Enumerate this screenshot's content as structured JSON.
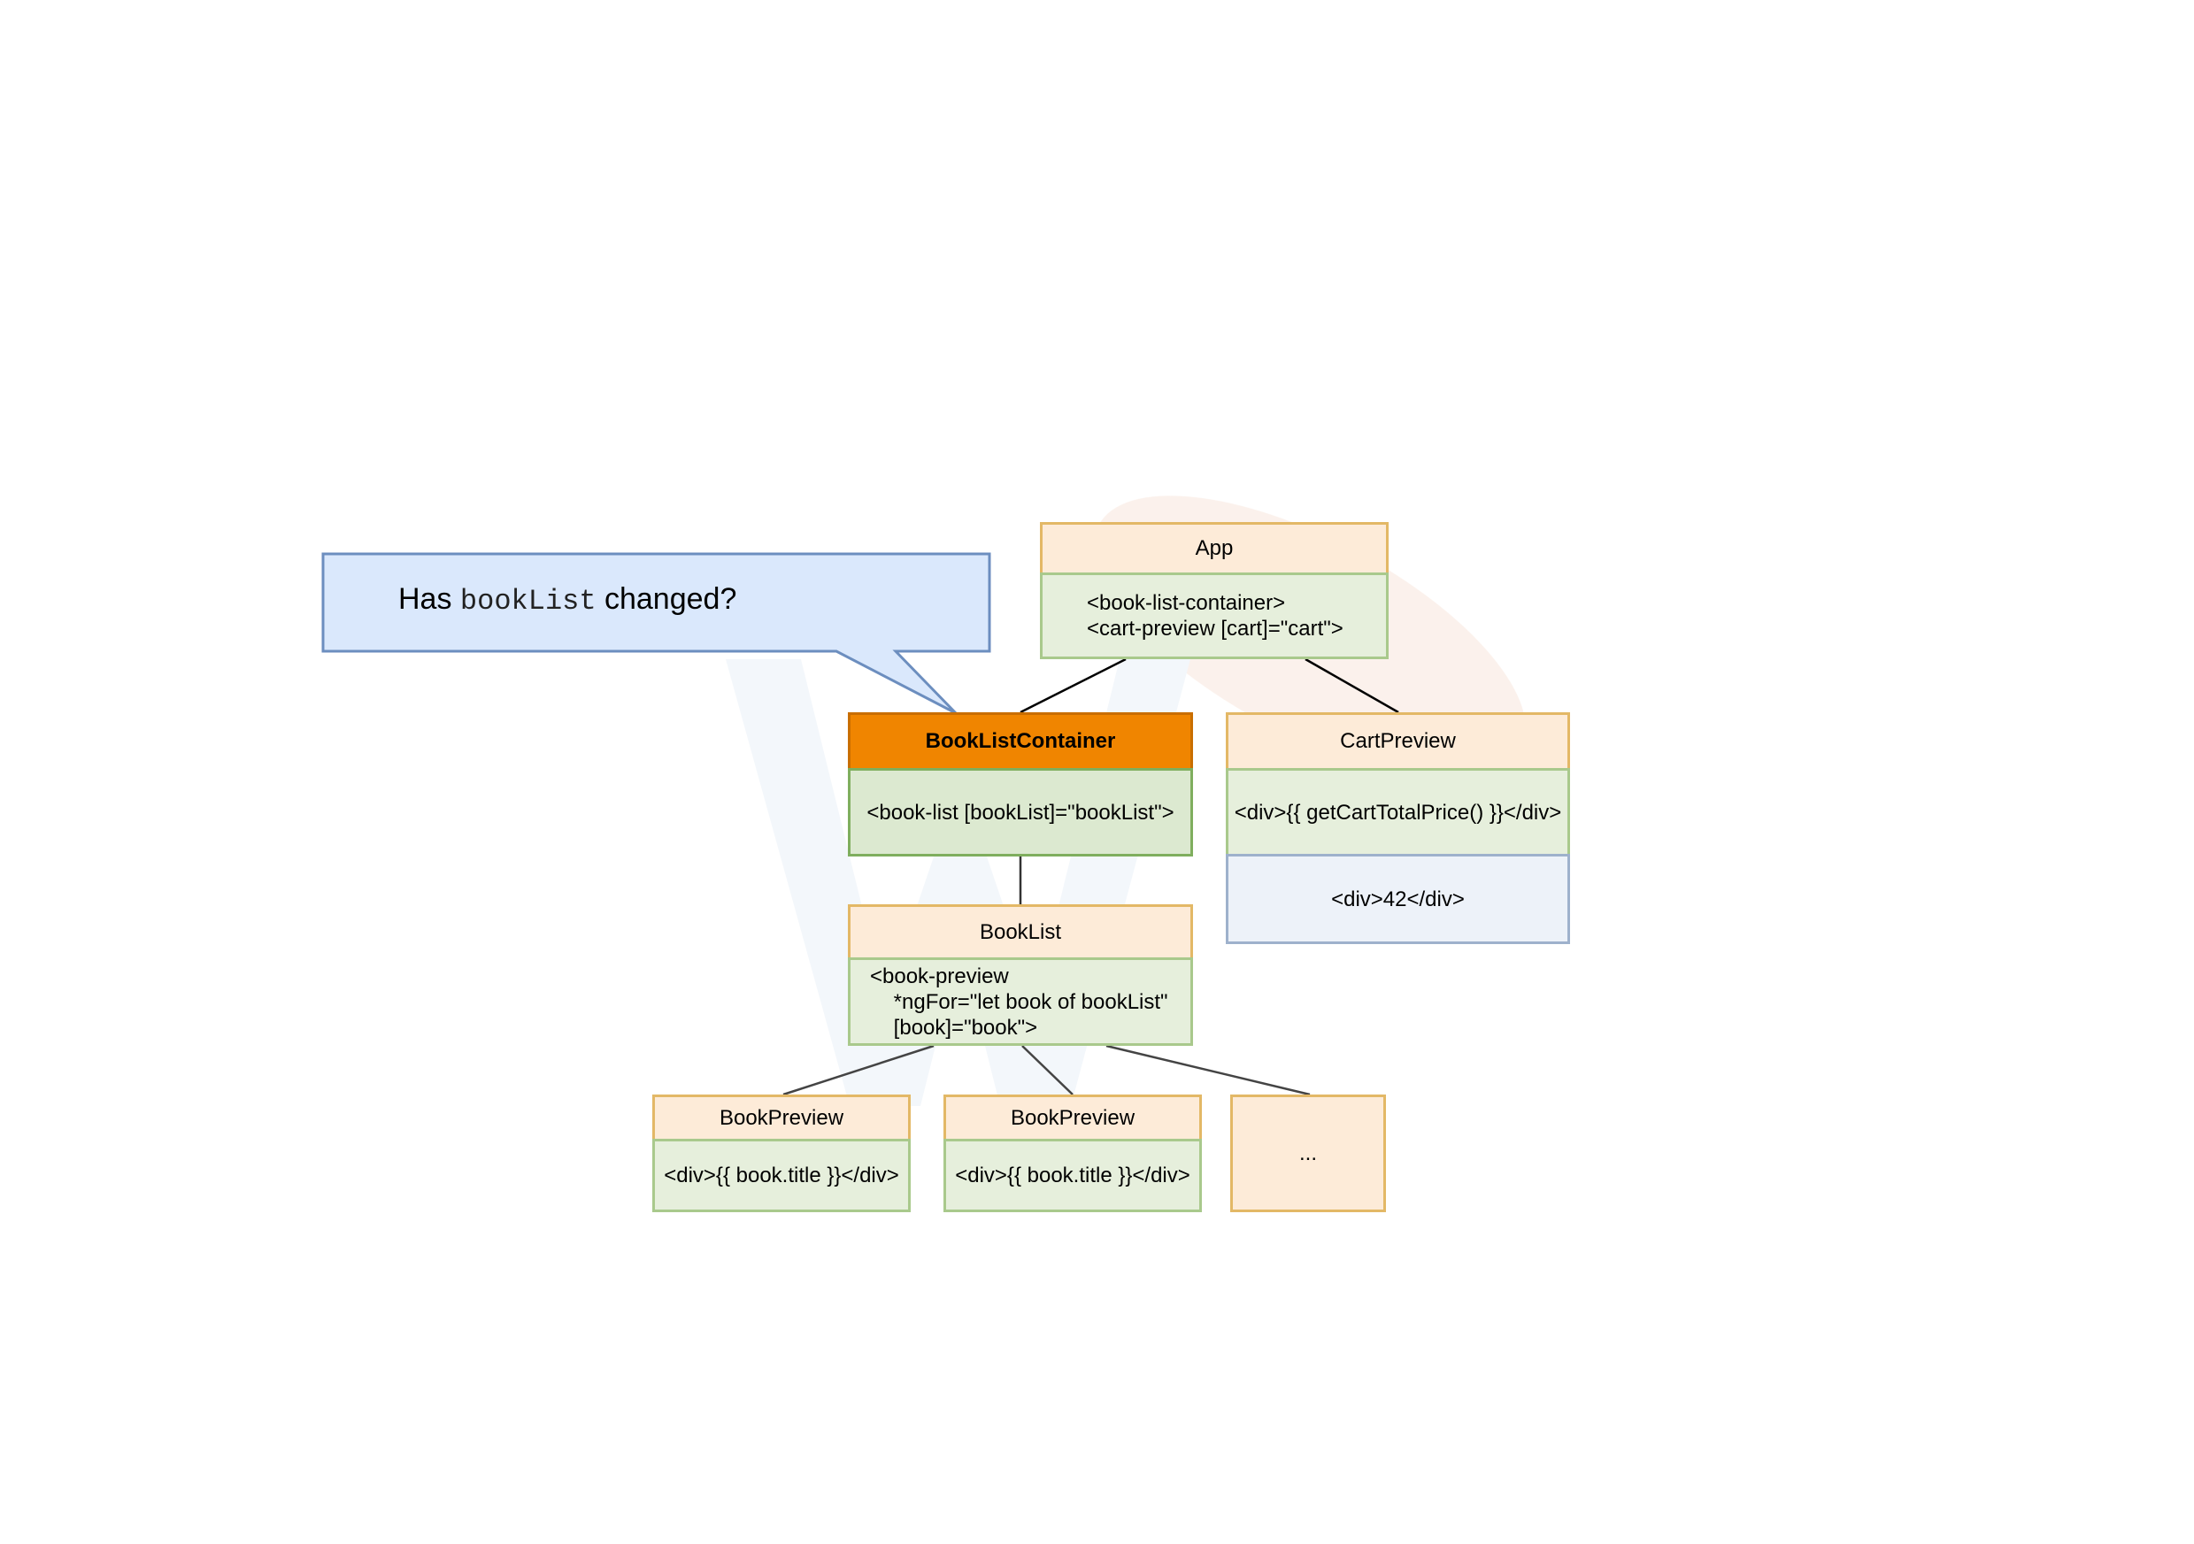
{
  "callout": {
    "prefix": "Has ",
    "code": "bookList",
    "suffix": " changed?"
  },
  "nodes": {
    "app": {
      "title": "App",
      "body": "<book-list-container>\n<cart-preview [cart]=\"cart\">"
    },
    "book_list_container": {
      "title": "BookListContainer",
      "body": "<book-list [bookList]=\"bookList\">"
    },
    "cart_preview": {
      "title": "CartPreview",
      "body": "<div>{{ getCartTotalPrice() }}</div>",
      "output": "<div>42</div>"
    },
    "book_list": {
      "title": "BookList",
      "body": "<book-preview\n    *ngFor=\"let book of bookList\"\n    [book]=\"book\">"
    },
    "book_preview_1": {
      "title": "BookPreview",
      "body": "<div>{{ book.title }}</div>"
    },
    "book_preview_2": {
      "title": "BookPreview",
      "body": "<div>{{ book.title }}</div>"
    },
    "more": {
      "label": "..."
    }
  },
  "colors": {
    "highlight": "#f08500",
    "callout_fill": "#dae8fc",
    "callout_stroke": "#6c8ebf"
  }
}
